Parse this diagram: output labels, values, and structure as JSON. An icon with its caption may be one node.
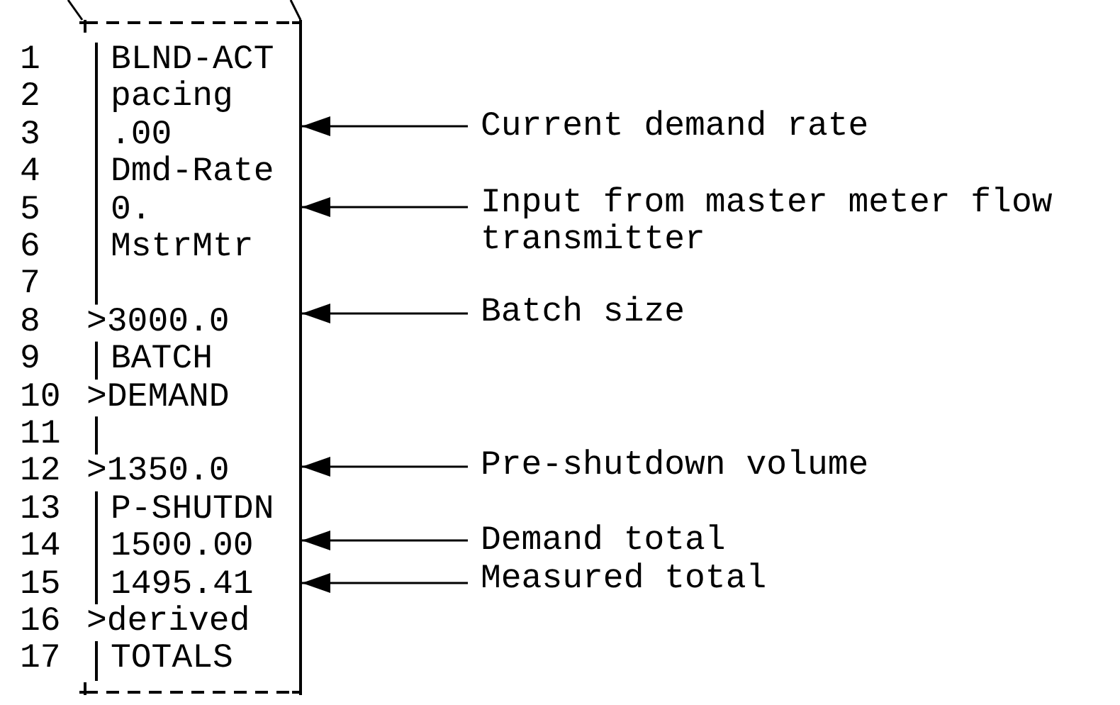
{
  "diagram": {
    "nodes": [
      {
        "text": [
          "BLND-ACT",
          "pacing",
          ".00",
          "Dmd-Rate",
          "0.",
          "MstrMtr",
          ">3000.0",
          "BATCH",
          ">DEMAND",
          ">1350.0",
          "P-SHUTDN",
          "1500.00",
          "1495.41",
          ">derived",
          "TOTALS"
        ]
      },
      {
        "text": [
          "Current demand rate"
        ]
      },
      {
        "text": [
          "Input from master meter flow transmitter"
        ]
      },
      {
        "text": [
          "Batch size"
        ]
      },
      {
        "text": [
          "Pre-shutdown volume"
        ]
      },
      {
        "text": [
          "Demand total"
        ]
      },
      {
        "text": [
          "Measured total"
        ]
      }
    ],
    "edges": [
      {
        "from": null,
        "to": 0,
        "arrow": "none"
      },
      {
        "from": null,
        "to": 0,
        "arrow": "none"
      },
      {
        "from": 1,
        "to": 0,
        "arrow": "to"
      },
      {
        "from": 2,
        "to": 0,
        "arrow": "to"
      },
      {
        "from": 3,
        "to": 0,
        "arrow": "to"
      },
      {
        "from": 4,
        "to": 0,
        "arrow": "to"
      },
      {
        "from": 5,
        "to": 0,
        "arrow": "to"
      },
      {
        "from": 6,
        "to": 0,
        "arrow": "to"
      }
    ],
    "labels": [
      "1",
      "2",
      "3",
      "4",
      "5",
      "6",
      "7",
      "8",
      "9",
      "10",
      "11",
      "12",
      "13",
      "14",
      "15",
      "16",
      "17"
    ]
  }
}
